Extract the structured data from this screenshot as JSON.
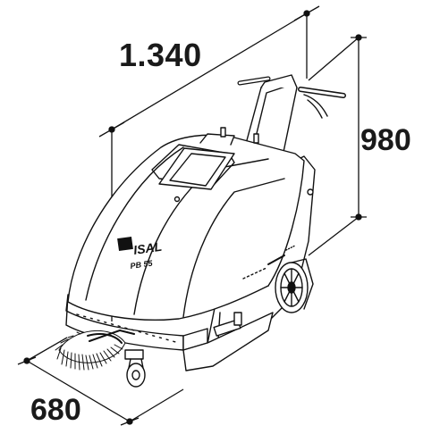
{
  "dimensions": {
    "length": "1.340",
    "height": "980",
    "width": "680"
  },
  "machine": {
    "brand": "ISAL",
    "model": "PB 55"
  }
}
